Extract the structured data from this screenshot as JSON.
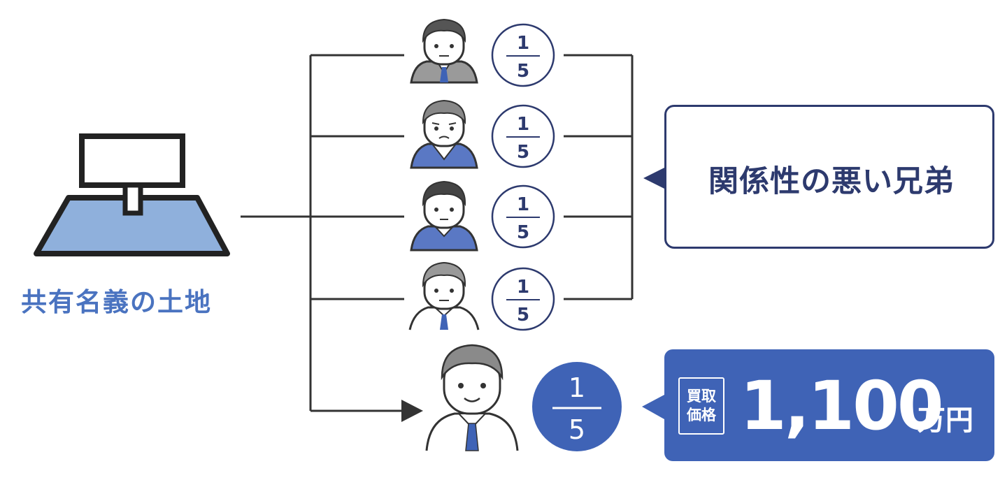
{
  "land": {
    "label": "共有名義の土地",
    "icon": "land-sign-icon"
  },
  "owners": [
    {
      "share_numerator": "1",
      "share_denominator": "5",
      "icon": "person-suit-icon"
    },
    {
      "share_numerator": "1",
      "share_denominator": "5",
      "icon": "person-worried-icon"
    },
    {
      "share_numerator": "1",
      "share_denominator": "5",
      "icon": "person-blue-shirt-icon"
    },
    {
      "share_numerator": "1",
      "share_denominator": "5",
      "icon": "person-gray-hair-icon"
    }
  ],
  "seller": {
    "share_numerator": "1",
    "share_denominator": "5",
    "icon": "person-smiling-icon"
  },
  "callout": {
    "text": "関係性の悪い兄弟"
  },
  "price": {
    "tag_line1": "買取",
    "tag_line2": "価格",
    "amount": "1,100",
    "unit": "万円"
  },
  "colors": {
    "navy": "#2d3a6e",
    "blue": "#3f63b6",
    "land_fill": "#8fb0dc",
    "line": "#333333"
  }
}
